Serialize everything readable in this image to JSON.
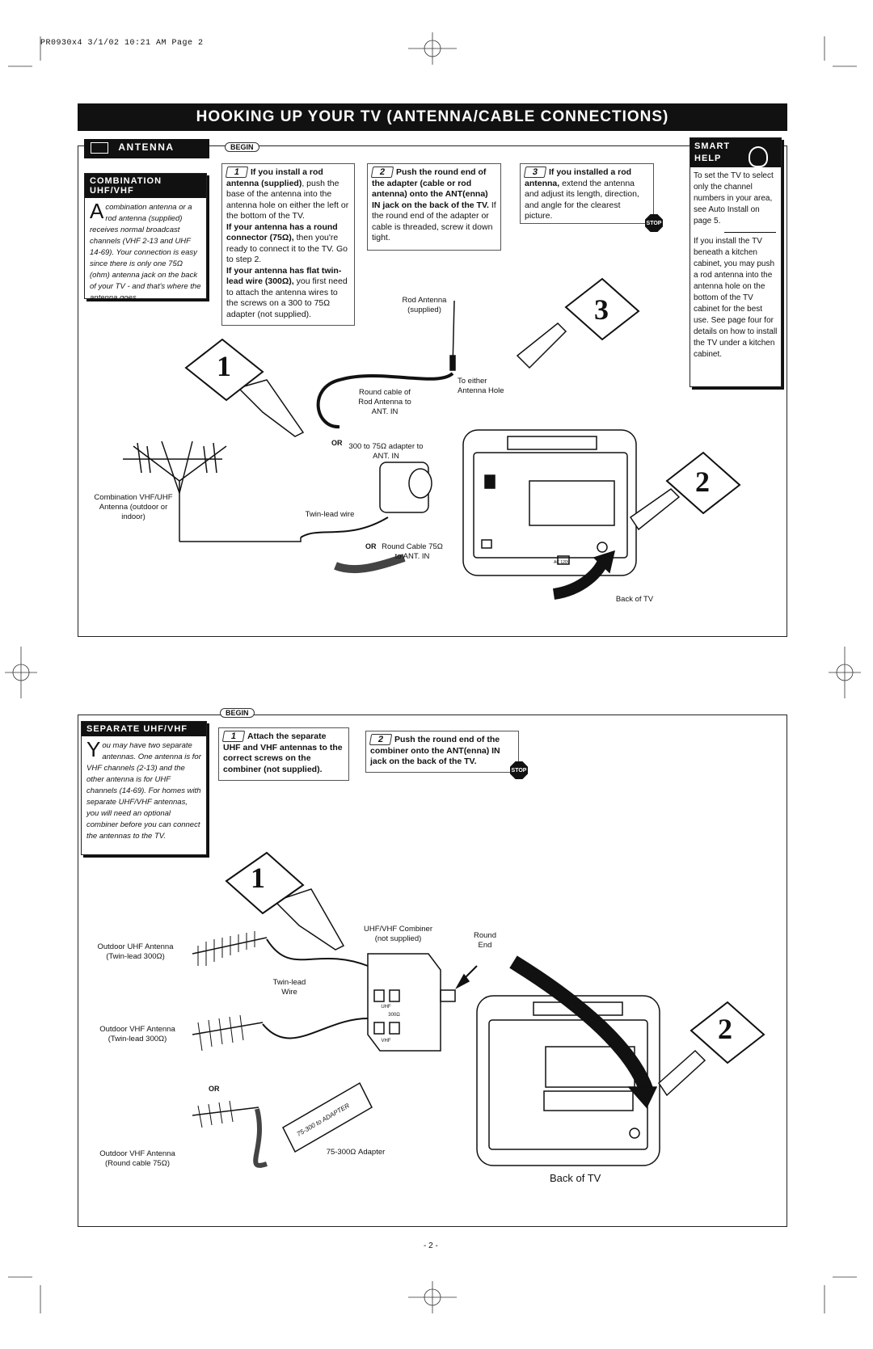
{
  "print_header": "PR0930x4  3/1/02  10:21 AM  Page 2",
  "title": "HOOKING UP YOUR TV (ANTENNA/CABLE CONNECTIONS)",
  "antenna_section": {
    "tab_label": "ANTENNA",
    "begin_label": "BEGIN",
    "info_box": {
      "heading": "COMBINATION UHF/VHF",
      "drop_cap": "A",
      "text": "combination antenna or a rod antenna (supplied) receives normal broadcast channels (VHF 2-13 and UHF 14-69). Your connection is easy since there is only one 75Ω (ohm) antenna jack on the back of your TV - and that's where the antenna goes."
    },
    "step1": {
      "num": "1",
      "bold1": "If you install a rod antenna (supplied)",
      "text1": ", push the base of the antenna into the antenna hole on either the left or the bottom of the TV.",
      "bold2": "If your antenna has a round connector (75Ω),",
      "text2": " then you're ready to connect it to the TV. Go to step 2.",
      "bold3": "If your antenna has flat twin-lead wire (300Ω),",
      "text3": " you first need to attach the antenna wires to the screws on a 300 to 75Ω adapter (not supplied)."
    },
    "step2": {
      "num": "2",
      "bold1": "Push the round end of the adapter (cable or rod antenna) onto the ANT(enna) IN jack on the back of the TV.",
      "text1": " If the round end of the adapter or cable is threaded, screw it down tight."
    },
    "step3": {
      "num": "3",
      "bold1": "If you installed a rod antenna,",
      "text1": " extend the antenna and adjust its length, direction, and angle for the clearest picture."
    },
    "stop_label": "STOP",
    "labels": {
      "rod_antenna": "Rod Antenna (supplied)",
      "to_either_hole": "To either Antenna Hole",
      "round_cable_rod": "Round cable of Rod Antenna to ANT. IN",
      "or1": "OR",
      "adapter_300_75": "300 to 75Ω adapter to ANT. IN",
      "combination_antenna": "Combination VHF/UHF Antenna (outdoor or indoor)",
      "twin_lead": "Twin-lead wire",
      "or2": "OR",
      "round_cable_75": "Round Cable 75Ω to ANT. IN",
      "back_of_tv": "Back of TV",
      "ac_label": "AC 120V",
      "ant_in": "ANT IN"
    },
    "diagram_numbers": [
      "1",
      "2",
      "3"
    ]
  },
  "smart_help": {
    "heading": "SMART HELP",
    "para1": "To set the TV to select only the channel numbers in your area, see Auto Install on page 5.",
    "para2": "If you install the TV beneath a kitchen cabinet, you may push a rod antenna into the antenna hole on the bottom of the TV cabinet for the best use. See page four for details on how to install the TV under a kitchen cabinet."
  },
  "separate_section": {
    "begin_label": "BEGIN",
    "info_box": {
      "heading": "SEPARATE UHF/VHF",
      "drop_cap": "Y",
      "text": "ou may have two separate antennas. One antenna is for VHF channels (2-13) and the other antenna is for UHF channels (14-69). For homes with separate UHF/VHF antennas, you will need an optional combiner before you can connect the antennas to the TV."
    },
    "step1": {
      "num": "1",
      "bold1": "Attach the separate UHF and VHF antennas to the correct screws on the combiner (not supplied)."
    },
    "step2": {
      "num": "2",
      "bold1": "Push the round end of the combiner onto the ANT(enna) IN jack on the back of the TV."
    },
    "stop_label": "STOP",
    "labels": {
      "outdoor_uhf": "Outdoor UHF Antenna (Twin-lead 300Ω)",
      "combiner": "UHF/VHF Combiner (not supplied)",
      "round_end": "Round End",
      "twin_lead_wire": "Twin-lead Wire",
      "outdoor_vhf_300": "Outdoor VHF Antenna (Twin-lead 300Ω)",
      "or": "OR",
      "outdoor_vhf_75": "Outdoor VHF Antenna (Round cable 75Ω)",
      "adapter_75_300": "75-300Ω Adapter",
      "adapter_text": "75-300 to ADAPTER",
      "back_of_tv": "Back of TV",
      "uhf": "UHF",
      "vhf": "VHF",
      "ohm300": "300Ω"
    },
    "diagram_numbers": [
      "1",
      "2"
    ]
  },
  "page_number": "- 2 -"
}
